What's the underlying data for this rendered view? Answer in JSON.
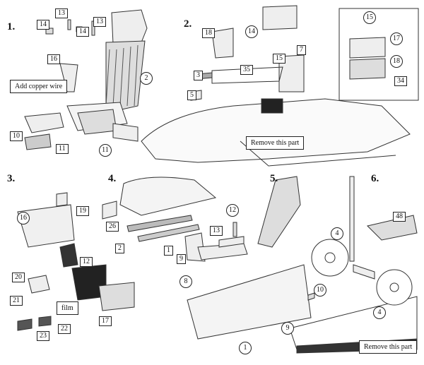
{
  "title": "Assembly instructions",
  "steps": [
    {
      "num": "1.",
      "boxed": [
        "14",
        "13",
        "14",
        "13",
        "16",
        "10",
        "11"
      ],
      "circled": [
        "2",
        "11"
      ],
      "notes": [
        "Add copper wire"
      ]
    },
    {
      "num": "2.",
      "boxed": [
        "18",
        "3",
        "5",
        "35",
        "15",
        "7",
        "34"
      ],
      "circled": [
        "14",
        "15",
        "17",
        "18"
      ],
      "notes": [
        "Remove this part"
      ]
    },
    {
      "num": "3.",
      "boxed": [
        "19",
        "12",
        "20",
        "21",
        "22",
        "23",
        "17"
      ],
      "circled": [
        "16"
      ],
      "notes": [
        "film"
      ]
    },
    {
      "num": "4.",
      "boxed": [
        "26",
        "2",
        "1",
        "9"
      ],
      "circled": [],
      "notes": []
    },
    {
      "num": "5.",
      "boxed": [
        "13"
      ],
      "circled": [
        "12",
        "8",
        "10",
        "9",
        "1"
      ],
      "notes": []
    },
    {
      "num": "6.",
      "boxed": [
        "48"
      ],
      "circled": [
        "4",
        "4"
      ],
      "notes": [
        "Remove this part"
      ]
    }
  ],
  "labels": {
    "s1_14a": "14",
    "s1_13a": "13",
    "s1_14b": "14",
    "s1_13b": "13",
    "s1_16": "16",
    "s1_2": "2",
    "s1_10": "10",
    "s1_11b": "11",
    "s1_11c": "11",
    "s1_note": "Add copper wire",
    "s2_18": "18",
    "s2_14": "14",
    "s2_15b": "15",
    "s2_7": "7",
    "s2_35": "35",
    "s2_3": "3",
    "s2_5": "5",
    "s2_15c": "15",
    "s2_17": "17",
    "s2_18c": "18",
    "s2_34": "34",
    "s2_note": "Remove this part",
    "s3_16": "16",
    "s3_19": "19",
    "s3_12": "12",
    "s3_20": "20",
    "s3_21": "21",
    "s3_22": "22",
    "s3_23": "23",
    "s3_17": "17",
    "s3_film": "film",
    "s4_26": "26",
    "s4_2": "2",
    "s4_1": "1",
    "s4_9": "9",
    "s5_12": "12",
    "s5_13": "13",
    "s5_8": "8",
    "s5_10": "10",
    "s5_9": "9",
    "s5_1": "1",
    "s6_48": "48",
    "s6_4a": "4",
    "s6_4b": "4",
    "s6_note": "Remove this part"
  }
}
